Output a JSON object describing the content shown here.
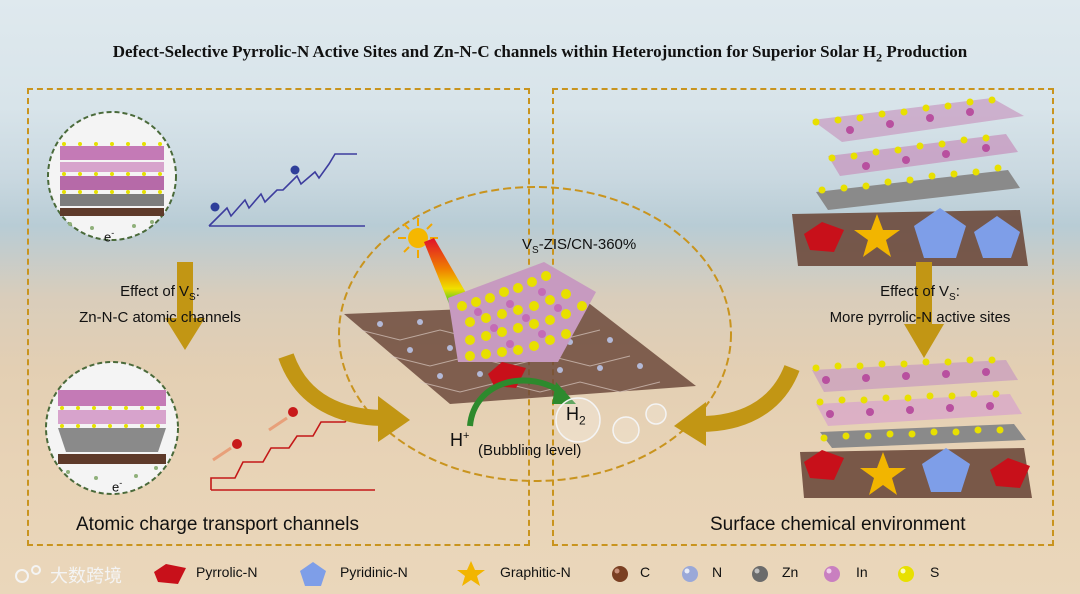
{
  "title": "Defect-Selective Pyrrolic-N Active Sites and Zn-N-C channels within Heterojunction for Superior Solar H",
  "title_sub": "2",
  "title_end": " Production",
  "left_panel": {
    "electron_top": "e",
    "electron_bottom": "e",
    "effect_line1": "Effect of V",
    "effect_sub": "S",
    "effect_colon": ":",
    "effect_line2": "Zn-N-C atomic channels",
    "caption": "Atomic charge transport channels"
  },
  "center": {
    "material_v": "V",
    "material_sub": "S",
    "material_rest": "-ZIS/CN-360%",
    "h2": "H",
    "h2_sub": "2",
    "hplus": "H",
    "hplus_sup": "+",
    "bubbling": "(Bubbling level)"
  },
  "right_panel": {
    "effect_line1": "Effect of V",
    "effect_sub": "S",
    "effect_colon": ":",
    "effect_line2": "More pyrrolic-N active sites",
    "caption": "Surface chemical environment"
  },
  "legend": {
    "pyrrolic": "Pyrrolic-N",
    "pyridinic": "Pyridinic-N",
    "graphitic": "Graphitic-N",
    "c": "C",
    "n": "N",
    "zn": "Zn",
    "in": "In",
    "s": "S"
  },
  "watermark": "大数跨境",
  "colors": {
    "gold": "#c9941e",
    "pyrrolic": "#c8101a",
    "pyridinic": "#7e9ee8",
    "graphitic": "#f2b500",
    "c": "#7a3f22",
    "n": "#9aa8d8",
    "zn": "#6b6b6b",
    "in": "#c97fc0",
    "s": "#e8e000",
    "blue_line": "#3d3d9e",
    "red_line": "#c41818"
  }
}
